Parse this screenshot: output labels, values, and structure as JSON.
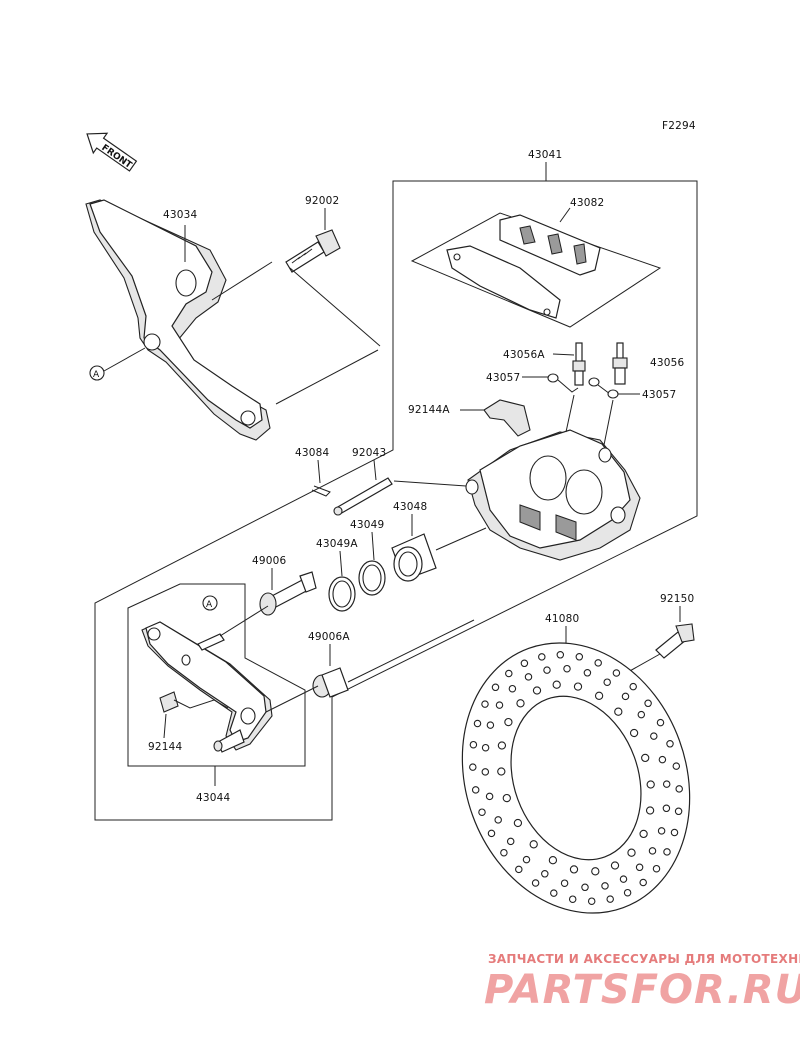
{
  "figure_code": "F2294",
  "front_arrow_text": "FRONT",
  "ref_marker": "A",
  "part_numbers": {
    "caliper_assy": "43041",
    "pad_assy": "43082",
    "bracket_upper": "43034",
    "bolt_92002": "92002",
    "bleeder_a": "43056A",
    "bleeder": "43056",
    "cap_left": "43057",
    "cap_right": "43057",
    "spring_92144a": "92144A",
    "pin_clip": "43084",
    "pin": "92043",
    "piston": "43048",
    "seal": "43049",
    "seal_a": "43049A",
    "boot": "49006",
    "boot_a": "49006A",
    "holder": "43044",
    "spring_92144": "92144",
    "disc": "41080",
    "disc_bolt": "92150"
  },
  "watermark": {
    "line1": "ЗАПЧАСТИ И АКСЕССУАРЫ ДЛЯ МОТОТЕХНИКИ",
    "line2": "PARTSFOR.RU"
  }
}
